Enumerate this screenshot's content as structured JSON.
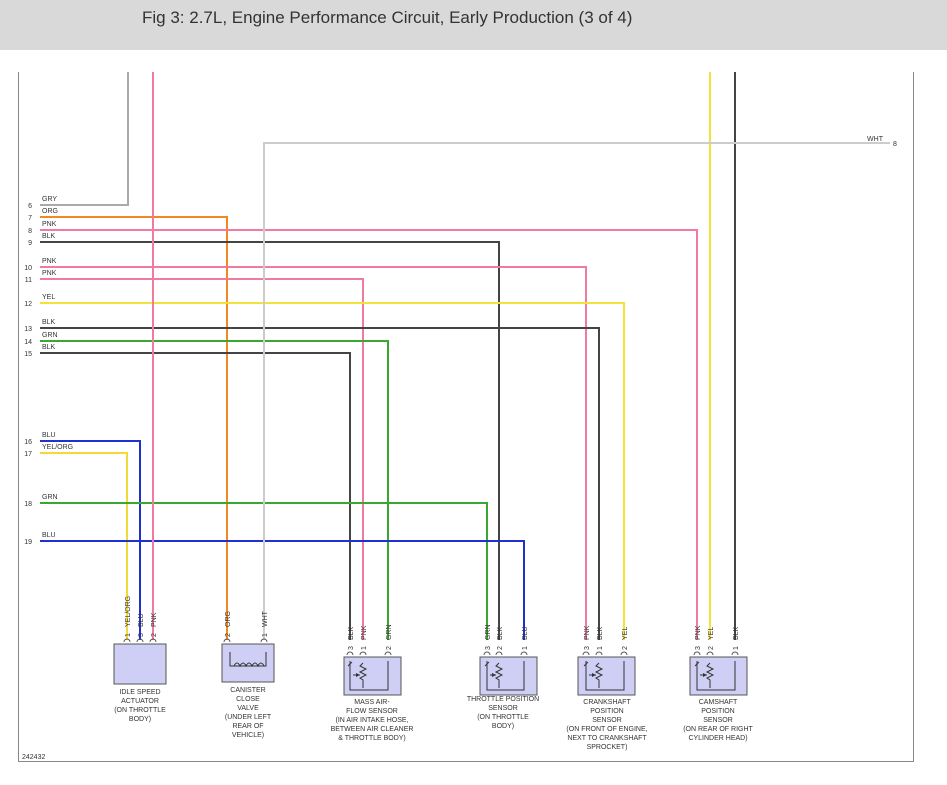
{
  "header": {
    "title": "Fig 3: 2.7L, Engine Performance Circuit, Early Production (3 of 4)"
  },
  "diagram_id": "242432",
  "colors": {
    "GRY": "#aaaaaa",
    "ORG": "#f08a1e",
    "PNK": "#f07aa0",
    "BLK": "#444444",
    "YEL": "#f4e23a",
    "GRN": "#3aa830",
    "BLU": "#1f2fd0",
    "YEL/ORG": "#f2d93a",
    "WHT": "#cccccc",
    "component_fill": "#cfcff5"
  },
  "left_wires": [
    {
      "num": "6",
      "color": "GRY"
    },
    {
      "num": "7",
      "color": "ORG"
    },
    {
      "num": "8",
      "color": "PNK"
    },
    {
      "num": "9",
      "color": "BLK"
    },
    {
      "num": "10",
      "color": "PNK"
    },
    {
      "num": "11",
      "color": "PNK"
    },
    {
      "num": "12",
      "color": "YEL"
    },
    {
      "num": "13",
      "color": "BLK"
    },
    {
      "num": "14",
      "color": "GRN"
    },
    {
      "num": "15",
      "color": "BLK"
    },
    {
      "num": "16",
      "color": "BLU"
    },
    {
      "num": "17",
      "color": "YEL/ORG"
    },
    {
      "num": "18",
      "color": "GRN"
    },
    {
      "num": "19",
      "color": "BLU"
    }
  ],
  "right_wire": {
    "num": "8",
    "color": "WHT"
  },
  "components": [
    {
      "name": "idle-speed-actuator",
      "label": [
        "IDLE SPEED",
        "ACTUATOR",
        "(ON THROTTLE",
        "BODY)"
      ],
      "pins": [
        {
          "pin": "1",
          "color": "YEL/ORG"
        },
        {
          "pin": "3",
          "color": "BLU"
        },
        {
          "pin": "2",
          "color": "PNK"
        }
      ]
    },
    {
      "name": "canister-close-valve",
      "label": [
        "CANISTER",
        "CLOSE",
        "VALVE",
        "(UNDER LEFT",
        "REAR OF",
        "VEHICLE)"
      ],
      "pins": [
        {
          "pin": "2",
          "color": "ORG"
        },
        {
          "pin": "1",
          "color": "WHT"
        }
      ]
    },
    {
      "name": "mass-air-flow-sensor",
      "label": [
        "MASS AIR-",
        "FLOW SENSOR",
        "(IN AIR INTAKE HOSE,",
        "BETWEEN AIR CLEANER",
        "& THROTTLE BODY)"
      ],
      "pins": [
        {
          "pin": "3",
          "color": "BLK"
        },
        {
          "pin": "1",
          "color": "PNK"
        },
        {
          "pin": "2",
          "color": "GRN"
        }
      ]
    },
    {
      "name": "throttle-position-sensor",
      "label": [
        "THROTTLE POSITION",
        "SENSOR",
        "(ON THROTTLE",
        "BODY)"
      ],
      "pins": [
        {
          "pin": "3",
          "color": "GRN"
        },
        {
          "pin": "2",
          "color": "BLK"
        },
        {
          "pin": "1",
          "color": "BLU"
        }
      ]
    },
    {
      "name": "crankshaft-position-sensor",
      "label": [
        "CRANKSHAFT",
        "POSITION",
        "SENSOR",
        "(ON FRONT OF ENGINE,",
        "NEXT TO CRANKSHAFT",
        "SPROCKET)"
      ],
      "pins": [
        {
          "pin": "3",
          "color": "PNK"
        },
        {
          "pin": "1",
          "color": "BLK"
        },
        {
          "pin": "2",
          "color": "YEL"
        }
      ]
    },
    {
      "name": "camshaft-position-sensor",
      "label": [
        "CAMSHAFT",
        "POSITION",
        "SENSOR",
        "(ON REAR OF RIGHT",
        "CYLINDER HEAD)"
      ],
      "pins": [
        {
          "pin": "3",
          "color": "PNK"
        },
        {
          "pin": "2",
          "color": "YEL"
        },
        {
          "pin": "1",
          "color": "BLK"
        }
      ]
    }
  ]
}
